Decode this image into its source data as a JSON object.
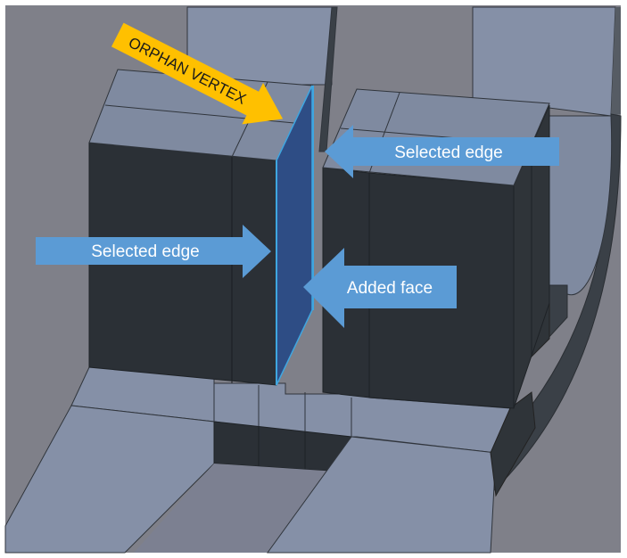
{
  "labels": {
    "selected_edge_top": "Selected edge",
    "selected_edge_left": "Selected edge",
    "added_face": "Added face",
    "orphan_vertex": "ORPHAN VERTEX"
  },
  "colors": {
    "background": "#7f8089",
    "face_top": "#7f8aa0",
    "face_dark": "#2b3036",
    "added_face": "#2e4d85",
    "selected_edge": "#3fa6e0",
    "callout_blue": "#5b9bd5",
    "callout_orange": "#ffc000"
  }
}
